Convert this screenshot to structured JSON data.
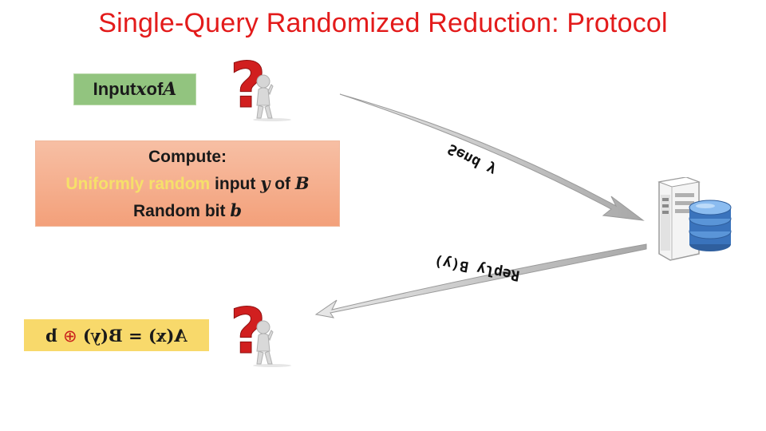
{
  "title": "Single-Query Randomized Reduction: Protocol",
  "input_box": {
    "prefix": "Input ",
    "var_x": "x",
    "mid": " of ",
    "var_a": "A"
  },
  "compute_box": {
    "line1": "Compute:",
    "line2_random": "Uniformly random",
    "line2_input": " input ",
    "var_y": "y",
    "line2_of": " of ",
    "var_b": "B",
    "line3_text": "Random bit ",
    "var_b_bit": "b"
  },
  "send_label": "Send y",
  "reply_label": "Reply B(y)",
  "output_formula": "A(x) = B(y) ⊕ b",
  "colors": {
    "title": "#e31b1b",
    "input_box": "#92c47f",
    "compute_box": "#f3a07a",
    "output_box": "#f8d96b",
    "question_mark": "#d11f1f",
    "arrow": "#bdbdbd"
  },
  "icons": {
    "person": "person-with-question-mark-icon",
    "server": "server-database-icon"
  }
}
